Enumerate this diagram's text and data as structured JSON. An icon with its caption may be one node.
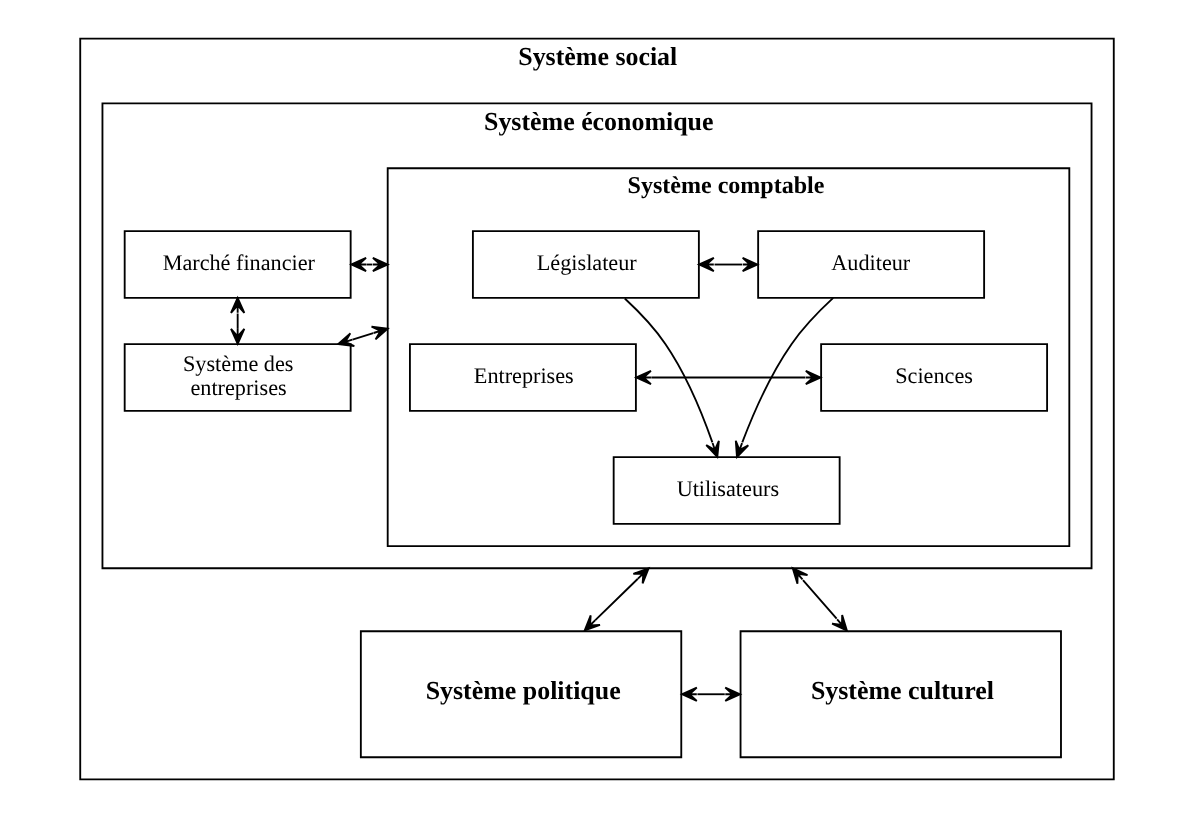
{
  "diagram": {
    "nodes": [
      {
        "text": [
          "Système social"
        ]
      },
      {
        "text": [
          "Système économique"
        ],
        "in": 0
      },
      {
        "text": [
          "Marché financier"
        ],
        "in": 1
      },
      {
        "text": [
          "Système des entreprises"
        ],
        "in": 1
      },
      {
        "text": [
          "Système comptable"
        ],
        "in": 1
      },
      {
        "text": [
          "Législateur"
        ],
        "in": 4
      },
      {
        "text": [
          "Auditeur"
        ],
        "in": 4
      },
      {
        "text": [
          "Entreprises"
        ],
        "in": 4
      },
      {
        "text": [
          "Sciences"
        ],
        "in": 4
      },
      {
        "text": [
          "Utilisateurs"
        ],
        "in": 4
      },
      {
        "text": [
          "Système politique"
        ],
        "in": 0
      },
      {
        "text": [
          "Système culturel"
        ],
        "in": 0
      }
    ],
    "edges": [
      {
        "from": 2,
        "to": 3,
        "arrow": "both"
      },
      {
        "from": 2,
        "to": 4,
        "arrow": "both"
      },
      {
        "from": 3,
        "to": 4,
        "arrow": "both"
      },
      {
        "from": 5,
        "to": 6,
        "arrow": "both"
      },
      {
        "from": 7,
        "to": 8,
        "arrow": "both"
      },
      {
        "from": 5,
        "to": 9,
        "arrow": "to"
      },
      {
        "from": 6,
        "to": 9,
        "arrow": "to"
      },
      {
        "from": 1,
        "to": 10,
        "arrow": "both"
      },
      {
        "from": 1,
        "to": 11,
        "arrow": "both"
      },
      {
        "from": 10,
        "to": 11,
        "arrow": "both"
      }
    ]
  }
}
